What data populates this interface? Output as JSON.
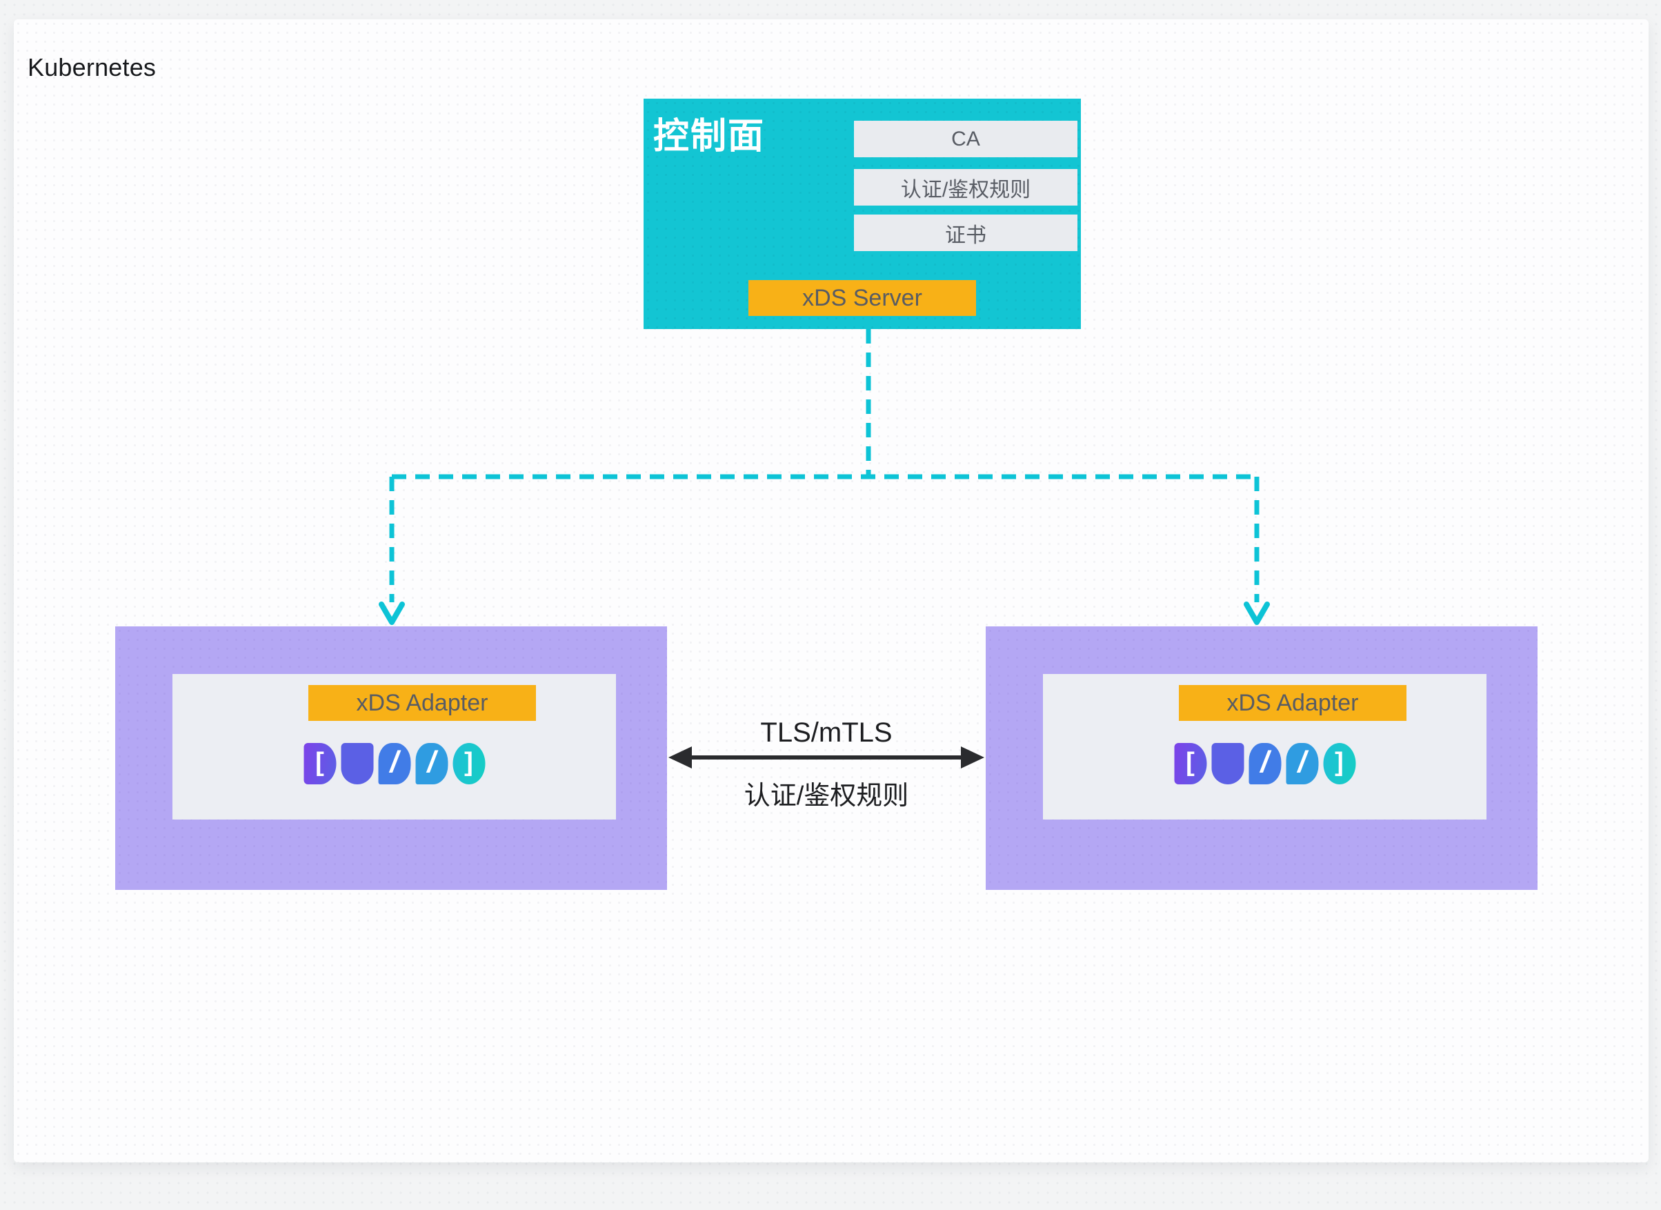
{
  "cluster": {
    "label": "Kubernetes"
  },
  "control_plane": {
    "title": "控制面",
    "items": [
      {
        "label": "CA"
      },
      {
        "label": "认证/鉴权规则"
      },
      {
        "label": "证书"
      }
    ],
    "server_label": "xDS Server"
  },
  "nodes": {
    "left": {
      "adapter_label": "xDS Adapter"
    },
    "right": {
      "adapter_label": "xDS Adapter"
    }
  },
  "dubbo": {
    "text": "DUBBO",
    "glyphs": [
      {
        "letter": "D",
        "mark": "["
      },
      {
        "letter": "U",
        "mark": ""
      },
      {
        "letter": "B",
        "mark": "/"
      },
      {
        "letter": "B",
        "mark": "/"
      },
      {
        "letter": "O",
        "mark": "]"
      }
    ]
  },
  "link": {
    "top_label": "TLS/mTLS",
    "bottom_label": "认证/鉴权规则"
  },
  "colors": {
    "cyan": "#13c5d3",
    "purple": "#b4a7f4",
    "orange": "#f8b117",
    "panel": "#e9ebef",
    "inner": "#eceef3",
    "dash": "#0dc3d6",
    "arrow": "#2a2b2e",
    "boxtext": "#585c64",
    "logo1": "#7c42e9",
    "logo2": "#5b60e5",
    "logo3": "#417ce7",
    "logo4": "#2f9ce1",
    "logo5a": "#1fc0d6",
    "logo5b": "#15cec4"
  }
}
